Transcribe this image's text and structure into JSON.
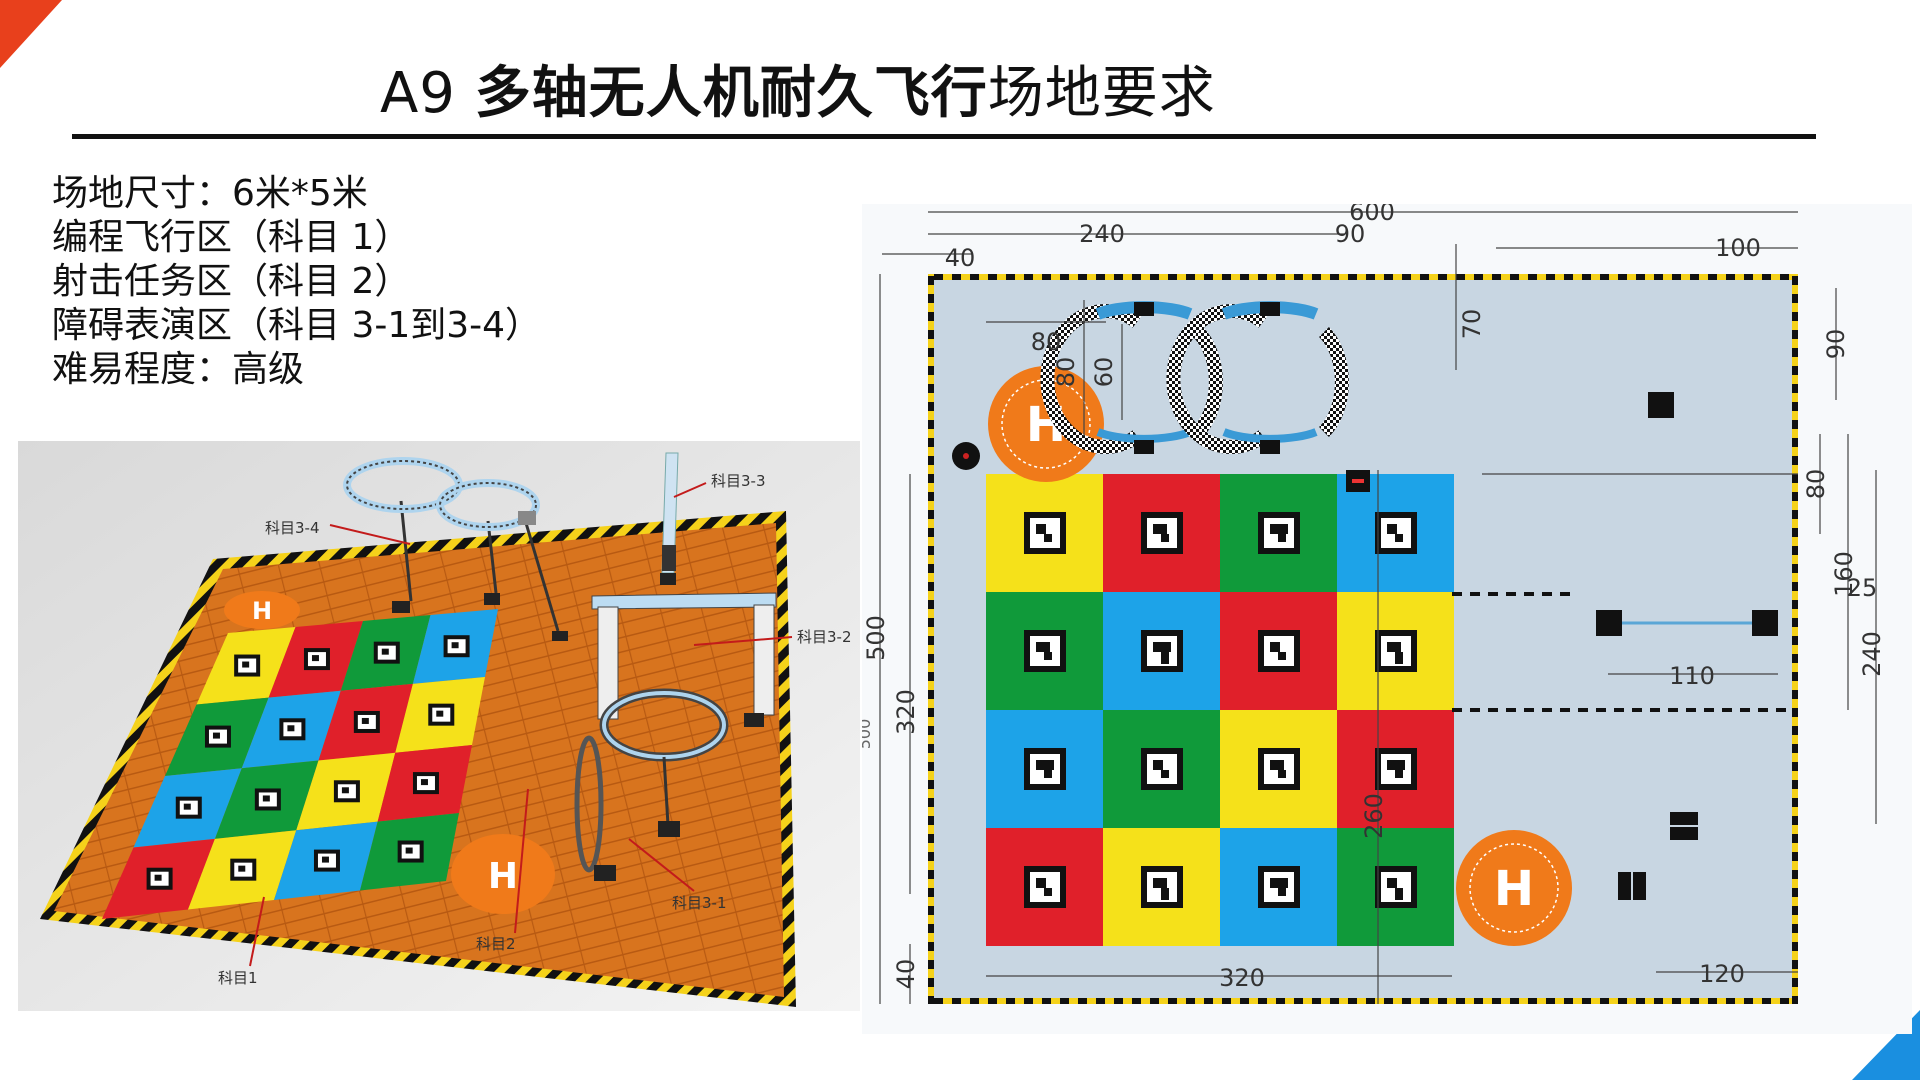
{
  "title": {
    "prefix": "A9 ",
    "bold": "多轴无人机耐久飞行",
    "suffix": "场地要求"
  },
  "requirements": [
    "场地尺寸：6米*5米",
    "编程飞行区（科目 1）",
    "射击任务区（科目 2）",
    "障碍表演区（科目 3-1到3-4）",
    "难易程度：高级"
  ],
  "perspective": {
    "labels": {
      "s34": "科目3-4",
      "s33": "科目3-3",
      "s32": "科目3-2",
      "s31": "科目3-1",
      "s2": "科目2",
      "s1": "科目1"
    },
    "pad_letter": "H"
  },
  "plan": {
    "pad_letter": "H",
    "dims": {
      "w600": "600",
      "w240": "240",
      "w90": "90",
      "w100": "100",
      "w40": "40",
      "w80a": "80",
      "h70": "70",
      "h90": "90",
      "h80": "80",
      "h60": "60",
      "h500": "500",
      "h320": "320",
      "h40": "40",
      "h260": "260",
      "h80b": "80",
      "h160": "160",
      "h240": "240",
      "w110": "110",
      "w25": "25",
      "w320": "320",
      "w120": "120",
      "h500b": "500"
    }
  },
  "colors": {
    "red": "#e0202a",
    "yellow": "#f5e11a",
    "green": "#109a3a",
    "blue": "#1da3e8",
    "orange": "#f07a1a",
    "floor": "#c8d6e2",
    "accent": "#e8401c",
    "accent2": "#1a8fe0"
  },
  "grid_colors": [
    [
      "yellow",
      "red",
      "green",
      "blue"
    ],
    [
      "green",
      "blue",
      "red",
      "yellow"
    ],
    [
      "blue",
      "green",
      "yellow",
      "red"
    ],
    [
      "red",
      "yellow",
      "blue",
      "green"
    ]
  ]
}
